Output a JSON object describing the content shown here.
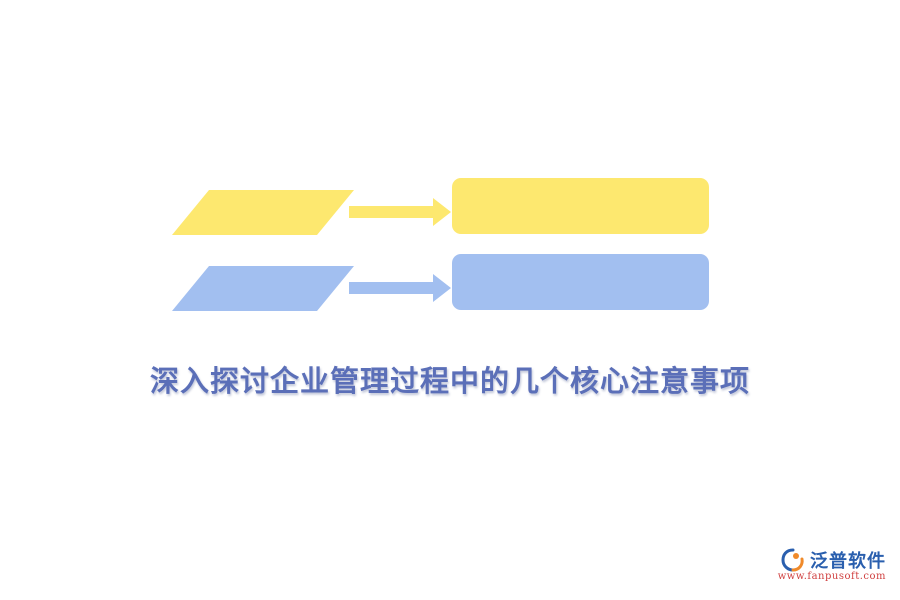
{
  "title": "深入探讨企业管理过程中的几个核心注意事项",
  "colors": {
    "yellow": "#fde86f",
    "blue": "#a2bff0",
    "title": "#5b6fb8",
    "brand_blue": "#2a5fae",
    "brand_red": "#d04040",
    "logo_orange": "#f08a2a"
  },
  "rows": [
    {
      "color_key": "yellow",
      "label": ""
    },
    {
      "color_key": "blue",
      "label": ""
    }
  ],
  "brand": {
    "name": "泛普软件",
    "url": "www.fanpusoft.com",
    "logo_icon": "fanpu-logo-icon"
  }
}
